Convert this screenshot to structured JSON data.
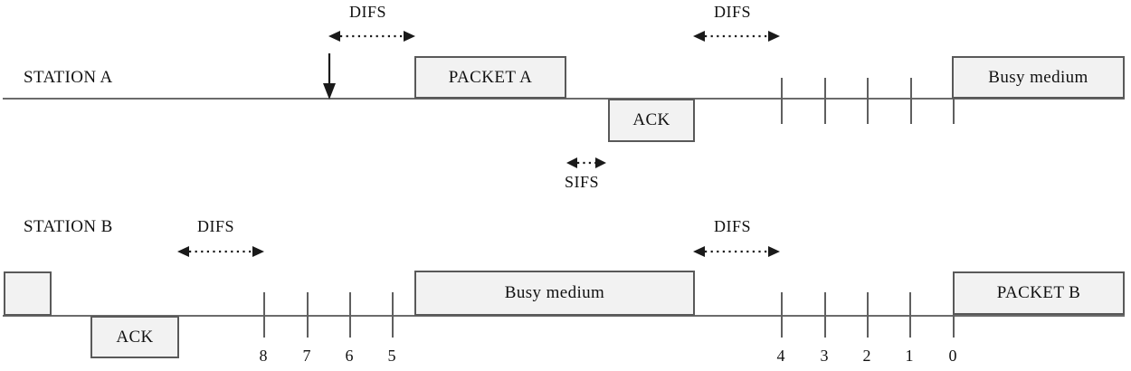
{
  "diagram": {
    "title": "IEEE 802.11 DCF backoff timing diagram",
    "colors": {
      "box_fill": "#f2f2f2",
      "box_border": "#595959",
      "axis": "#6b6b6b",
      "text": "#111111"
    }
  },
  "station_a": {
    "label": "STATION A",
    "difs_first": {
      "label": "DIFS"
    },
    "difs_second": {
      "label": "DIFS"
    },
    "sifs": {
      "label": "SIFS"
    },
    "packet": {
      "label": "PACKET A"
    },
    "ack": {
      "label": "ACK"
    },
    "busy": {
      "label": "Busy medium"
    },
    "slot_ticks": [
      "",
      "",
      "",
      ""
    ]
  },
  "station_b": {
    "label": "STATION B",
    "difs_first": {
      "label": "DIFS"
    },
    "difs_second": {
      "label": "DIFS"
    },
    "ack": {
      "label": "ACK"
    },
    "busy": {
      "label": "Busy medium"
    },
    "packet": {
      "label": "PACKET B"
    },
    "backoff_first": [
      "8",
      "7",
      "6",
      "5"
    ],
    "backoff_second": [
      "4",
      "3",
      "2",
      "1",
      "0"
    ]
  }
}
